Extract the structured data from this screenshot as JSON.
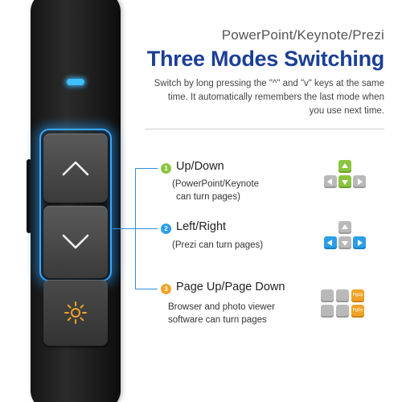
{
  "header": {
    "subtitle": "PowerPoint/Keynote/Prezi",
    "title": "Three Modes Switching",
    "description": "Switch by long pressing the \"^\" and \"v\" keys at the same time. It automatically remembers the last mode when you use next time."
  },
  "modes": [
    {
      "number": "1",
      "title": "Up/Down",
      "desc_line1": "(PowerPoint/Keynote",
      "desc_line2": "can turn pages)",
      "color": "#8bc53f"
    },
    {
      "number": "2",
      "title": "Left/Right",
      "desc_line1": "(Prezi can turn pages)",
      "desc_line2": "",
      "color": "#2a9ee8"
    },
    {
      "number": "3",
      "title": "Page Up/Page Down",
      "desc_line1": "Browser and photo viewer",
      "desc_line2": "software can turn pages",
      "color": "#f0a326"
    }
  ],
  "device": {
    "keys": [
      "up-arrow-icon",
      "down-arrow-icon",
      "laser-sun-icon"
    ],
    "led_color": "#3ec0ff",
    "glow_color": "#3aa8ff"
  },
  "keycaps": {
    "page_up_label": "PgUp",
    "page_down_label": "PgDn"
  }
}
